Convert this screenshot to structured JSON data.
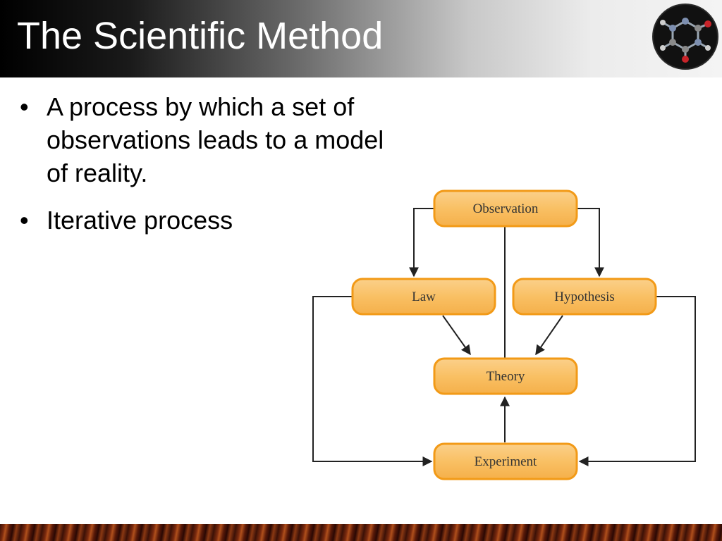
{
  "slide": {
    "title": "The Scientific Method"
  },
  "bullets": [
    {
      "text": "A process by which a set of observations leads to a model of reality."
    },
    {
      "text": "Iterative process"
    }
  ],
  "diagram": {
    "nodes": {
      "observation": "Observation",
      "law": "Law",
      "hypothesis": "Hypothesis",
      "theory": "Theory",
      "experiment": "Experiment"
    }
  },
  "colors": {
    "box_fill": "#f9c064",
    "box_border": "#f29a17",
    "arrow": "#222222"
  }
}
